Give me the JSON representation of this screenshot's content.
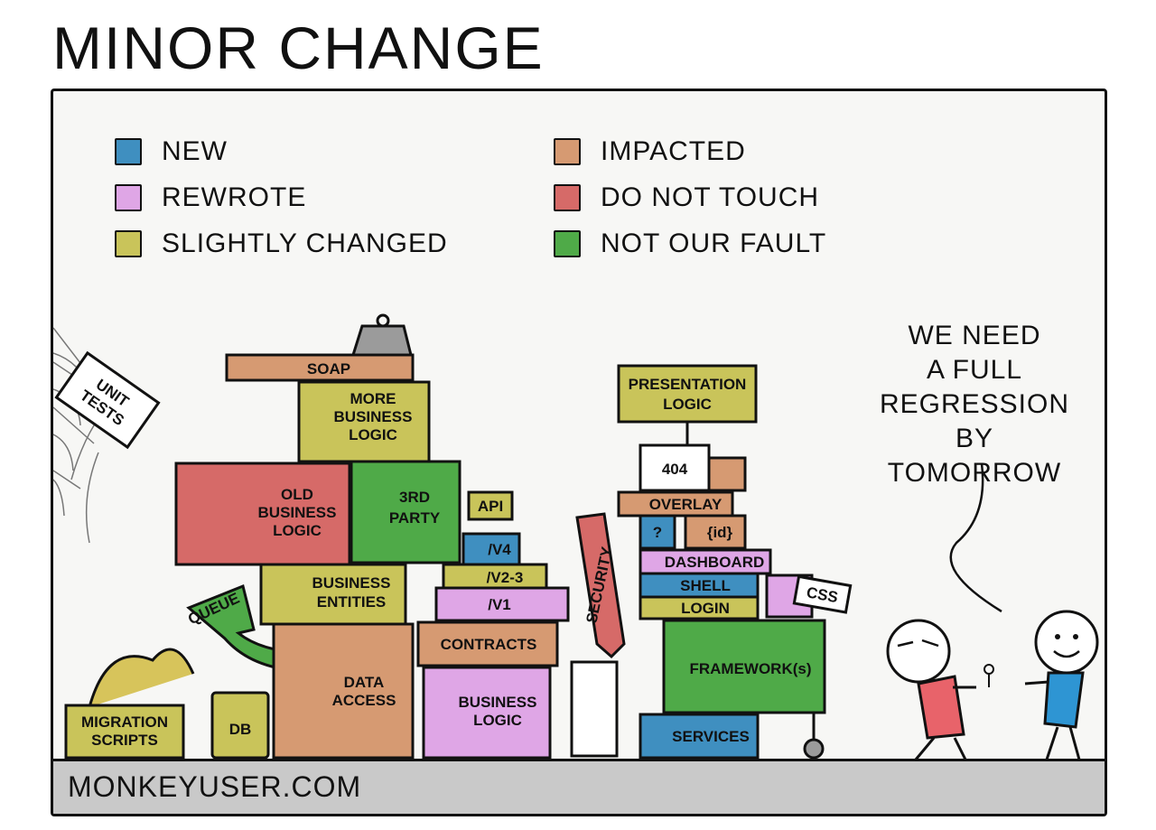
{
  "title": "MINOR CHANGE",
  "legend": [
    {
      "label": "NEW",
      "color": "#3f8fc0"
    },
    {
      "label": "REWROTE",
      "color": "#dfa6e6"
    },
    {
      "label": "SLIGHTLY CHANGED",
      "color": "#c9c45a"
    },
    {
      "label": "IMPACTED",
      "color": "#d69a72"
    },
    {
      "label": "DO NOT TOUCH",
      "color": "#d66a68"
    },
    {
      "label": "NOT OUR FAULT",
      "color": "#4faa48"
    }
  ],
  "speech": [
    "WE NEED",
    "A FULL",
    "REGRESSION",
    "BY TOMORROW"
  ],
  "footer": "MONKEYUSER.COM",
  "labels": {
    "soap": "SOAP",
    "more_logic": [
      "MORE",
      "BUSINESS",
      "LOGIC"
    ],
    "old_logic": [
      "OLD",
      "BUSINESS",
      "LOGIC"
    ],
    "third_party": [
      "3RD",
      "PARTY"
    ],
    "api": "API",
    "v4": "/V4",
    "v23": "/V2-3",
    "v1": "/V1",
    "business_entities": [
      "BUSINESS",
      "ENTITIES"
    ],
    "queue": "QUEUE",
    "data_access": [
      "DATA",
      "ACCESS"
    ],
    "contracts": "CONTRACTS",
    "business_logic": [
      "BUSINESS",
      "LOGIC"
    ],
    "security": "SECURITY",
    "presentation": [
      "PRESENTATION",
      "LOGIC"
    ],
    "p404": "404",
    "overlay": "OVERLAY",
    "q": "?",
    "id": "{id}",
    "dashboard": "DASHBOARD",
    "shell": "SHELL",
    "login": "LOGIN",
    "css": "CSS",
    "framework": "FRAMEWORK(s)",
    "services": "SERVICES",
    "migration": [
      "MIGRATION",
      "SCRIPTS"
    ],
    "db": "DB",
    "unit_tests": [
      "UNIT",
      "TESTS"
    ]
  },
  "palette": {
    "new": "#3f8fc0",
    "rewrote": "#dfa6e6",
    "slight": "#c9c45a",
    "impacted": "#d69a72",
    "dont": "#d66a68",
    "notours": "#4faa48",
    "white": "#ffffff",
    "gray": "#9b9b9b",
    "dark_red": "#a84a4a"
  }
}
